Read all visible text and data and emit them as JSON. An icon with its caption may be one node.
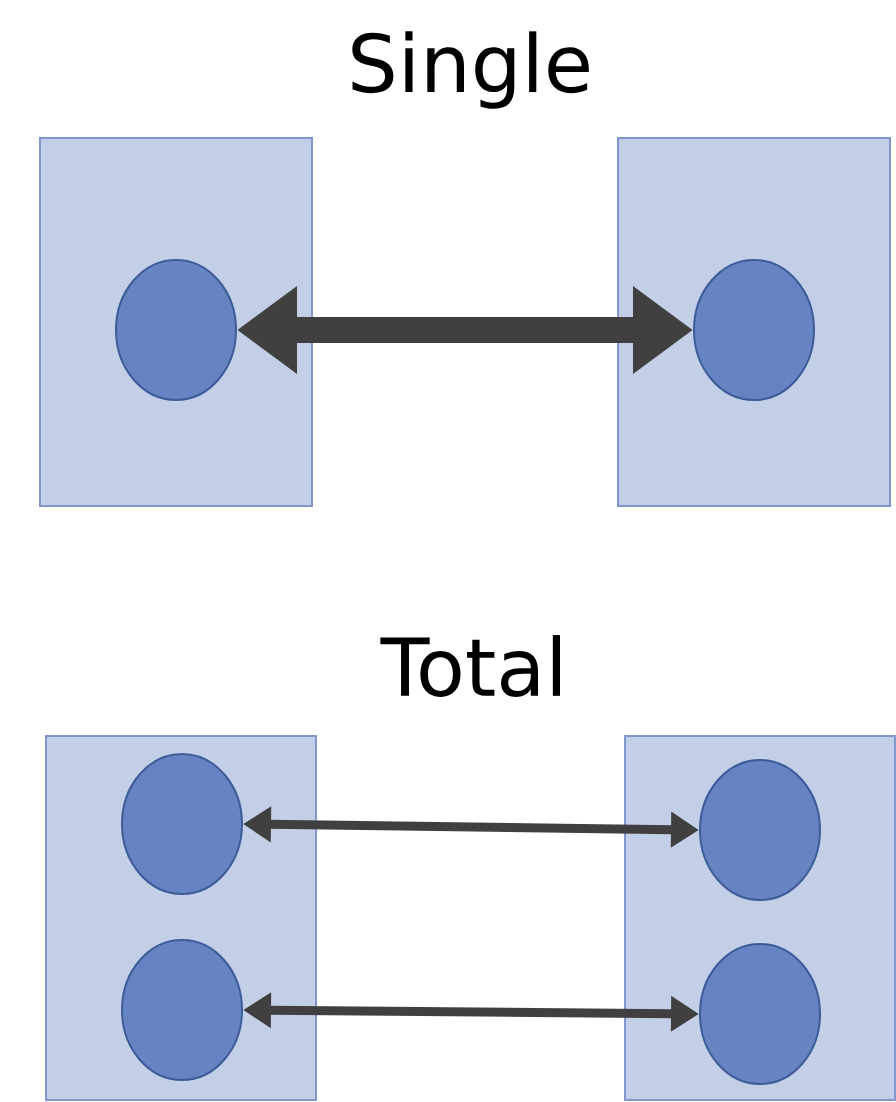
{
  "diagram": {
    "nodes": [
      {
        "text": [],
        "shape": "box"
      },
      {
        "text": [],
        "shape": "circle",
        "in": 0
      },
      {
        "text": [],
        "shape": "box"
      },
      {
        "text": [],
        "shape": "circle",
        "in": 2
      },
      {
        "text": [],
        "shape": "box"
      },
      {
        "text": [],
        "shape": "circle",
        "in": 4
      },
      {
        "text": [],
        "shape": "circle",
        "in": 4
      },
      {
        "text": [],
        "shape": "box"
      },
      {
        "text": [],
        "shape": "circle",
        "in": 7
      },
      {
        "text": [],
        "shape": "circle",
        "in": 7
      }
    ],
    "edges": [
      {
        "from": 1,
        "to": 3,
        "arrow": "both",
        "style": "thick"
      },
      {
        "from": 5,
        "to": 8,
        "arrow": "both"
      },
      {
        "from": 6,
        "to": 9,
        "arrow": "both"
      }
    ],
    "labels": [
      "Single",
      "Total"
    ]
  }
}
